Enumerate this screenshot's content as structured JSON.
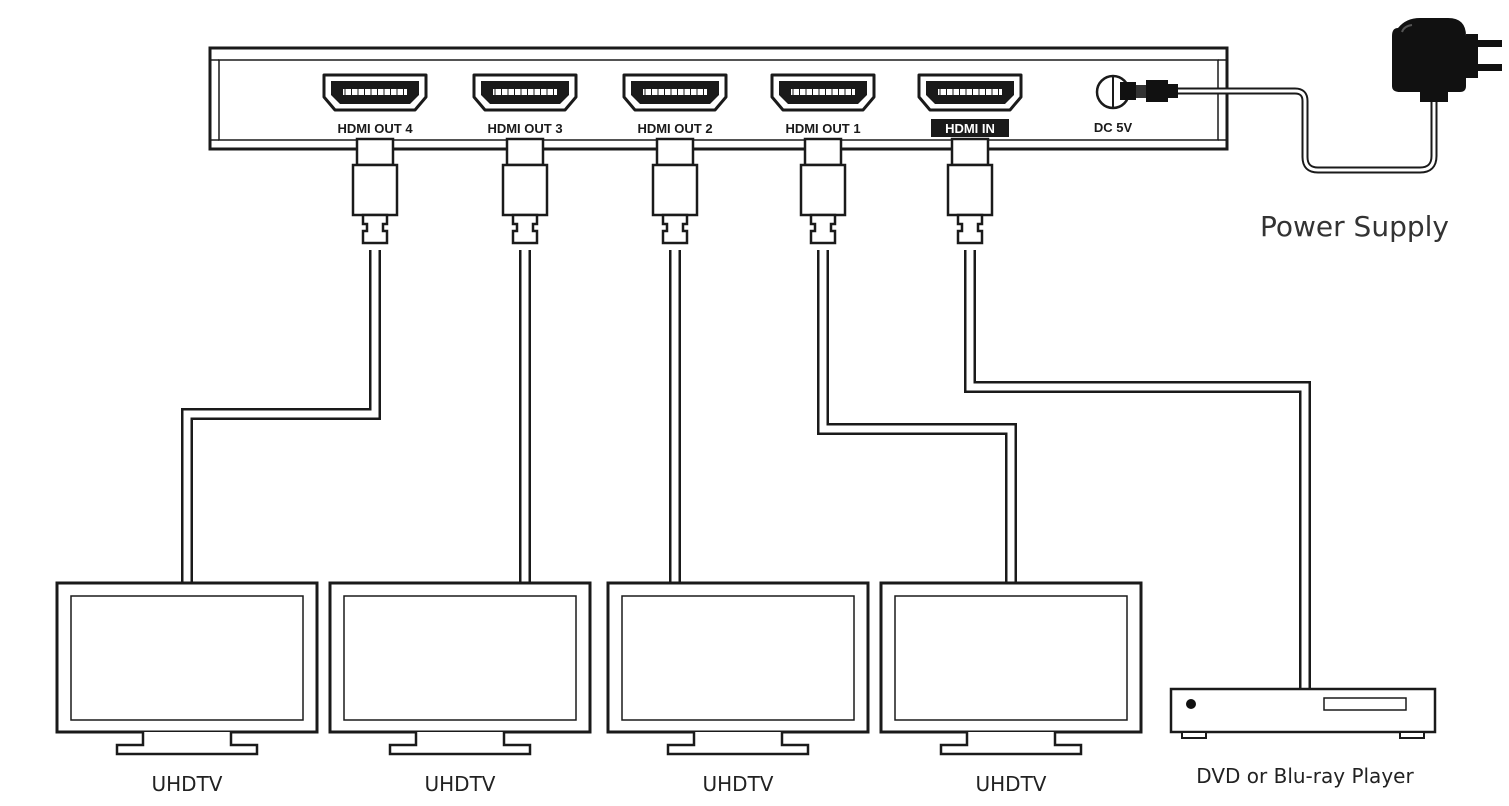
{
  "splitter": {
    "ports": [
      {
        "label": "HDMI OUT 4",
        "highlight": false
      },
      {
        "label": "HDMI OUT 3",
        "highlight": false
      },
      {
        "label": "HDMI OUT 2",
        "highlight": false
      },
      {
        "label": "HDMI OUT 1",
        "highlight": false
      },
      {
        "label": "HDMI IN",
        "highlight": true
      }
    ],
    "power_port_label": "DC 5V"
  },
  "power_supply": {
    "label": "Power Supply"
  },
  "displays": [
    {
      "label": "UHDTV"
    },
    {
      "label": "UHDTV"
    },
    {
      "label": "UHDTV"
    },
    {
      "label": "UHDTV"
    }
  ],
  "source": {
    "label": "DVD or Blu-ray Player"
  },
  "colors": {
    "line": "#1a1a1a",
    "plug_fill": "#111111",
    "highlight_bg": "#1a1a1a",
    "highlight_text": "#ffffff"
  }
}
